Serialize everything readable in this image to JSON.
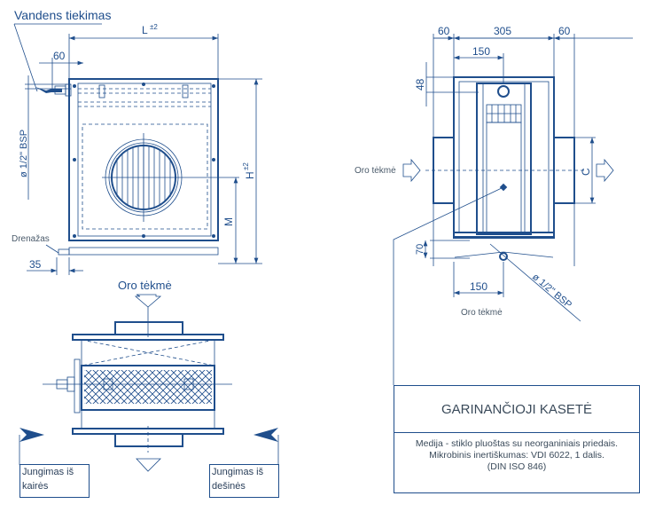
{
  "title": "Garinančioji kasetė technical drawing",
  "front_view": {
    "water_supply_label": "Vandens tiekimas",
    "dim_L": "L",
    "dim_L_tol": "±2",
    "dim_60": "60",
    "pipe_label": "ø 1/2\" BSP",
    "dim_H": "H",
    "dim_H_tol": "±2",
    "dim_M": "M",
    "drain_label": "Drenažas",
    "dim_35": "35"
  },
  "top_view": {
    "airflow_label": "Oro tėkmė",
    "connection_left": "Jungimas iš kairės",
    "connection_right": "Jungimas iš dešinės"
  },
  "side_view": {
    "dim_left_60": "60",
    "dim_305": "305",
    "dim_right_60": "60",
    "dim_150_top": "150",
    "dim_48": "48",
    "airflow_label": "Oro tėkmė",
    "dim_C": "C",
    "dim_70": "70",
    "dim_150_bottom": "150",
    "pipe_label": "ø 1/2\" BSP",
    "airflow_bottom_label": "Oro tėkmė"
  },
  "title_block": {
    "heading": "GARINANČIOJI KASETĖ",
    "line1": "Medija - stiklo pluoštas su neorganiniais priedais.",
    "line2": "Mikrobinis inertiškumas: VDI 6022, 1 dalis.",
    "line3": "(DIN ISO 846)"
  },
  "colors": {
    "line": "#1f4e8c",
    "text": "#3a4a5a",
    "background": "#ffffff"
  }
}
